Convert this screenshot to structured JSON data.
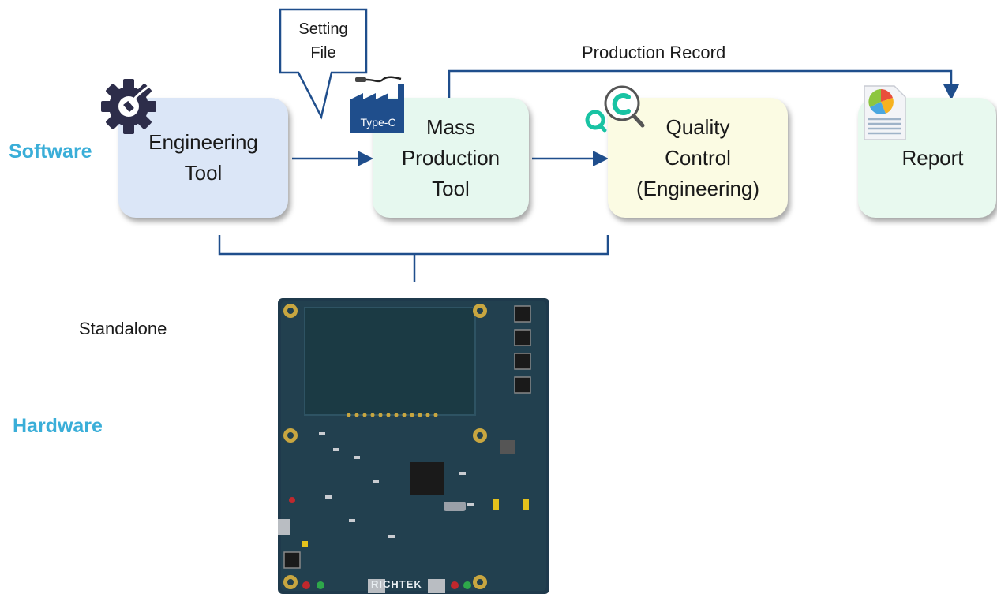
{
  "labels": {
    "software": "Software",
    "hardware": "Hardware",
    "standalone": "Standalone"
  },
  "boxes": {
    "engineering_tool": "Engineering\nTool",
    "mass_production_tool": "Mass\nProduction\nTool",
    "quality_control": "Quality\nControl\n(Engineering)",
    "report": "Report"
  },
  "callout": {
    "setting_file": "Setting\nFile"
  },
  "connector": {
    "production_record": "Production Record"
  },
  "icons": {
    "engineering": "gear-with-usb-plug-icon",
    "mass_production": "factory-type-c-icon",
    "factory_badge": "Type-C",
    "quality": "qc-magnifier-icon",
    "report": "report-pie-chart-document-icon",
    "board": "evaluation-board-photo",
    "board_brand": "RICHTEK"
  },
  "colors": {
    "accent_label": "#3aaed8",
    "line": "#1f4e8c",
    "engineering_box": "#dbe6f7",
    "mass_production_box": "#e6f8ef",
    "quality_box": "#fbfbe3",
    "report_box": "#e8f9ef",
    "board": "#1f3a4c"
  }
}
